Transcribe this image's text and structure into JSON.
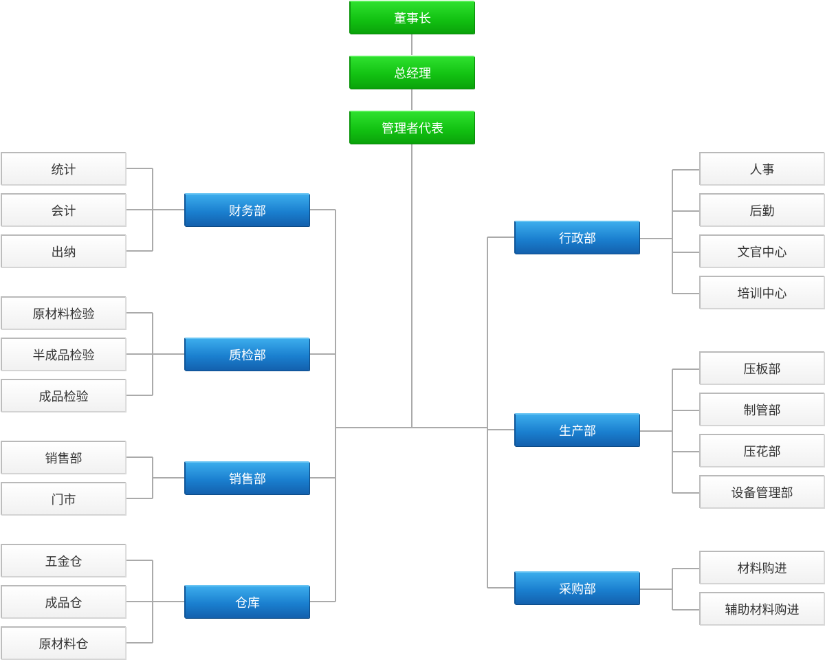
{
  "top": [
    "董事长",
    "总经理",
    "管理者代表"
  ],
  "departments": {
    "finance": {
      "label": "财务部",
      "children": [
        "统计",
        "会计",
        "出纳"
      ]
    },
    "qc": {
      "label": "质检部",
      "children": [
        "原材料检验",
        "半成品检验",
        "成品检验"
      ]
    },
    "sales": {
      "label": "销售部",
      "children": [
        "销售部",
        "门市"
      ]
    },
    "warehouse": {
      "label": "仓库",
      "children": [
        "五金仓",
        "成品仓",
        "原材料仓"
      ]
    },
    "admin": {
      "label": "行政部",
      "children": [
        "人事",
        "后勤",
        "文官中心",
        "培训中心"
      ]
    },
    "production": {
      "label": "生产部",
      "children": [
        "压板部",
        "制管部",
        "压花部",
        "设备管理部"
      ]
    },
    "purchasing": {
      "label": "采购部",
      "children": [
        "材料购进",
        "辅助材料购进"
      ]
    }
  },
  "colors": {
    "top_box": "#12c212",
    "department_box": "#1a7fcf",
    "unit_box": "#f6f6f6",
    "connector": "#aaaaaa"
  }
}
